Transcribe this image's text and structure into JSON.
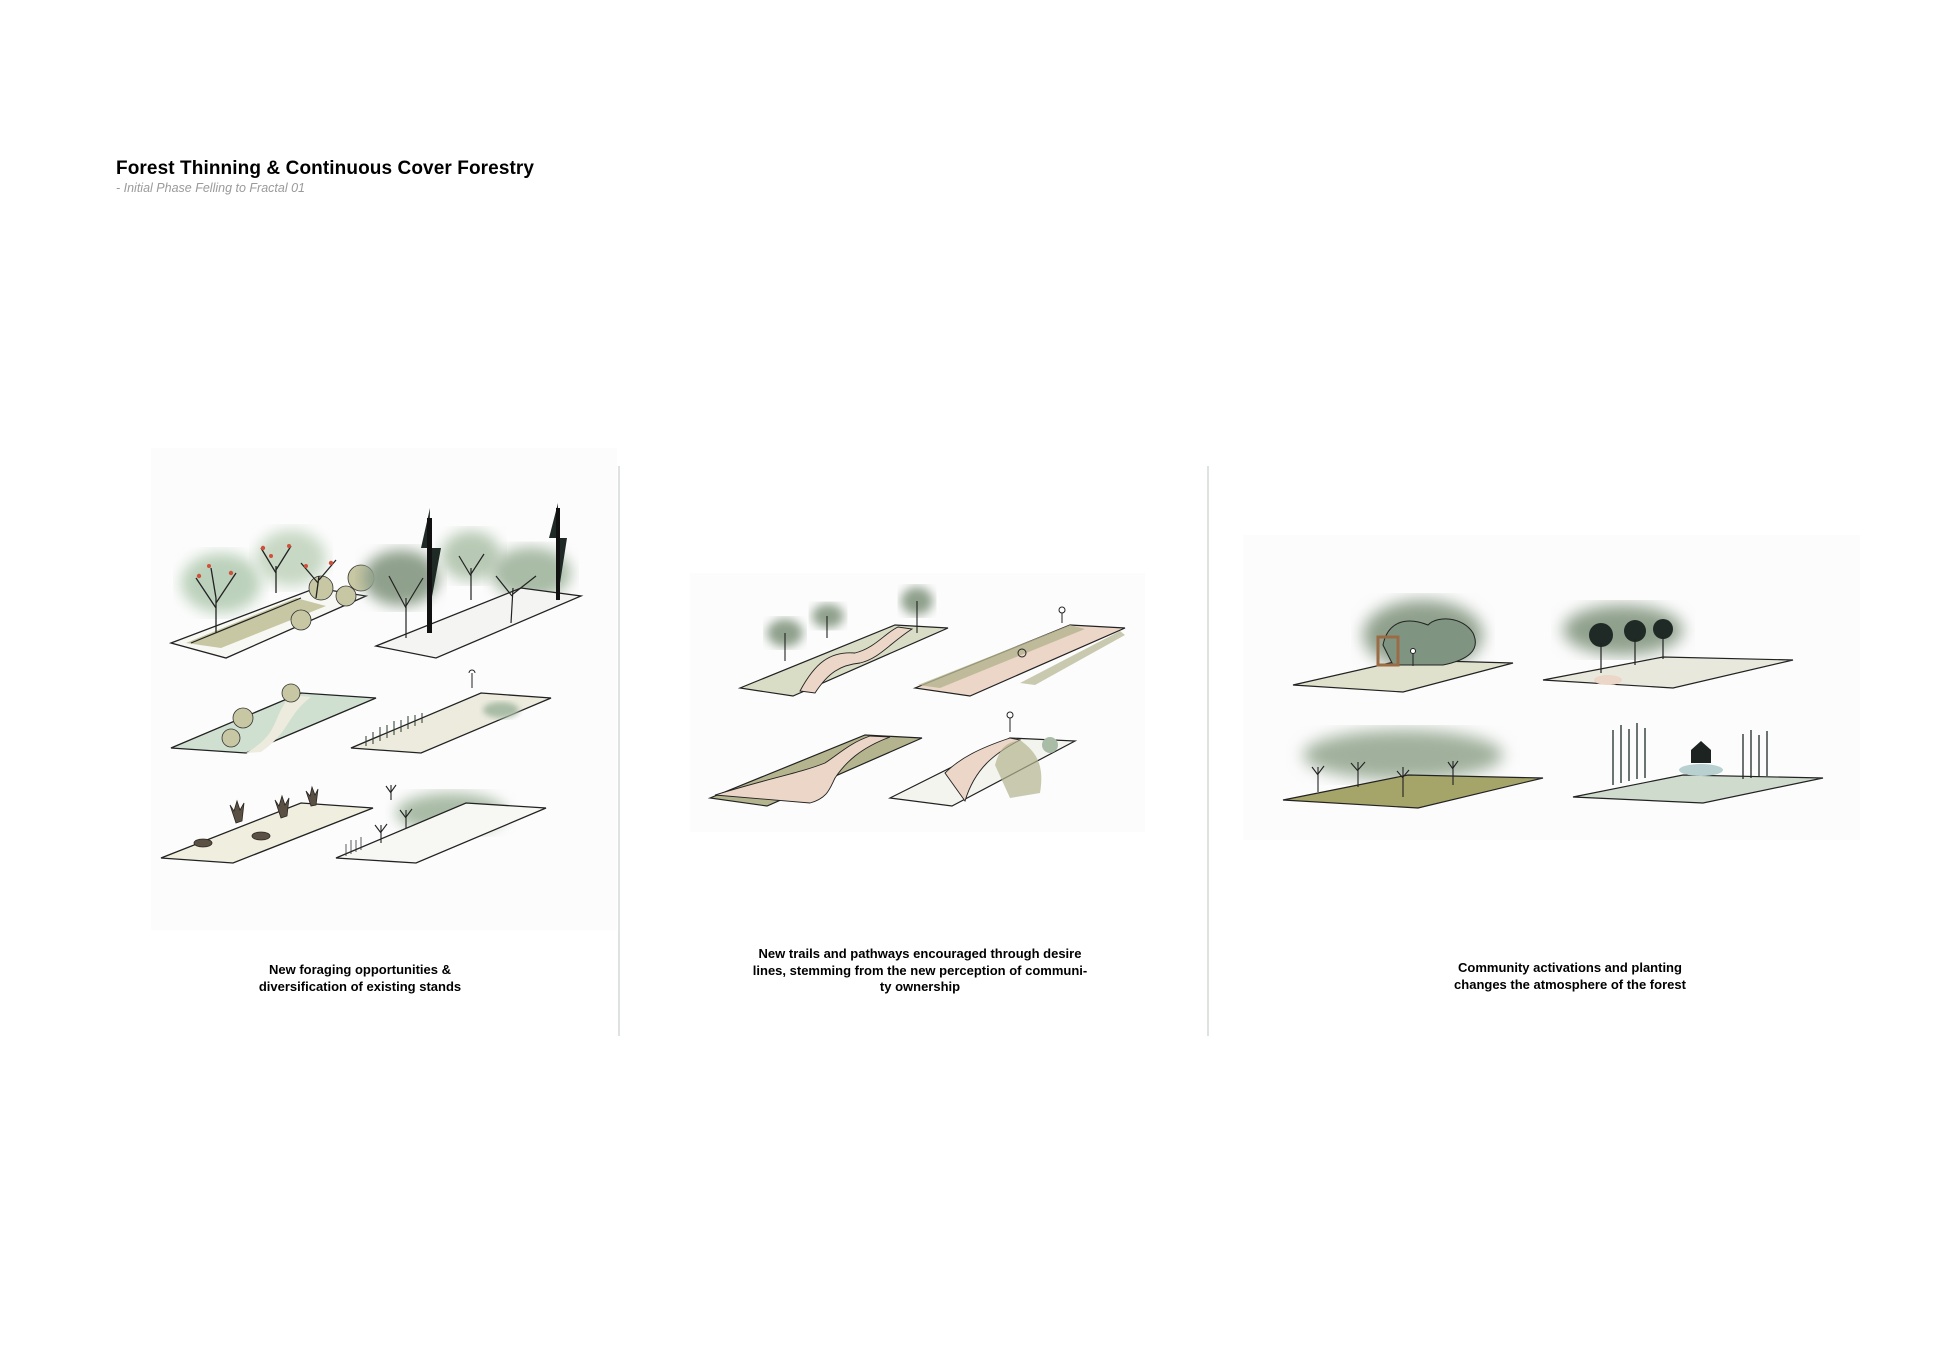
{
  "header": {
    "title": "Forest Thinning & Continuous Cover Forestry",
    "subtitle": "-  Initial Phase Felling to Fractal 01"
  },
  "panels": [
    {
      "id": "foraging",
      "caption_lines": [
        "New foraging opportunities &",
        "diversification of existing stands"
      ],
      "illustration": "isometric-plots-foraging-fruit-trees-conifers-shrubs",
      "plots": [
        "fruit-trees-and-shrub-hedge",
        "conifers-and-deciduous-trees",
        "stream-with-shrubs",
        "reeds-and-wildflowers-with-person",
        "bushes-on-meadow",
        "saplings-and-clearing"
      ]
    },
    {
      "id": "trails",
      "caption_lines": [
        "New trails and pathways encouraged through desire",
        "lines, stemming from the new perception of communi-",
        "ty ownership"
      ],
      "illustration": "isometric-plots-trails-and-pathways",
      "plots": [
        "curving-path-with-trees",
        "wide-path-with-cyclist-and-walker",
        "forking-path-with-vegetation",
        "curved-path-with-person"
      ]
    },
    {
      "id": "community",
      "caption_lines": [
        "Community activations and planting",
        "changes the atmosphere of the forest"
      ],
      "illustration": "isometric-plots-community-activations",
      "plots": [
        "timber-frame-and-shrubs-with-person",
        "planted-trees-on-mounds",
        "young-orchard-on-meadow",
        "cabin-with-pond-and-forest"
      ]
    }
  ],
  "colors": {
    "plot_outline": "#1a1a1a",
    "sage_green": "#8fa08c",
    "pale_green": "#cfdccd",
    "khaki": "#c7c6a0",
    "path_pink": "#ecd6c8",
    "olive": "#a5a469",
    "divider": "#dfe3df",
    "subtitle_gray": "#9a9a9a"
  }
}
